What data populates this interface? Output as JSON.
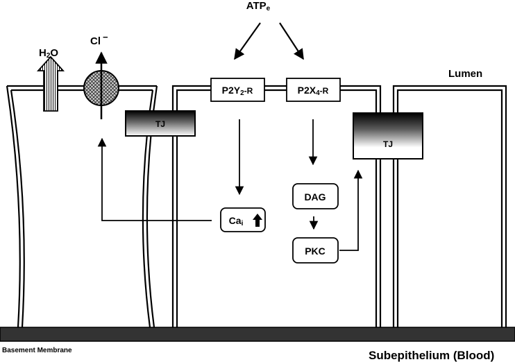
{
  "atp": {
    "base": "ATP",
    "sub": "e"
  },
  "receptors": {
    "p2y": {
      "base": "P2Y",
      "sub": "2",
      "suffix": "-R"
    },
    "p2x": {
      "base": "P2X",
      "sub": "4",
      "suffix": "-R"
    }
  },
  "tight_junction_label": "TJ",
  "water": {
    "base": "H",
    "sub": "2",
    "suffix": "O"
  },
  "chloride": {
    "base": "Cl",
    "sup": "−"
  },
  "calcium": {
    "base": "Ca",
    "sub": "i"
  },
  "dag_label": "DAG",
  "pkc_label": "PKC",
  "lumen_label": "Lumen",
  "basement_membrane_label": "Basement Membrane",
  "subepithelium_label": "Subepithelium (Blood)",
  "colors": {
    "stroke": "#000000",
    "basement": "#333333",
    "channel_fill": "#c8c8c8"
  }
}
